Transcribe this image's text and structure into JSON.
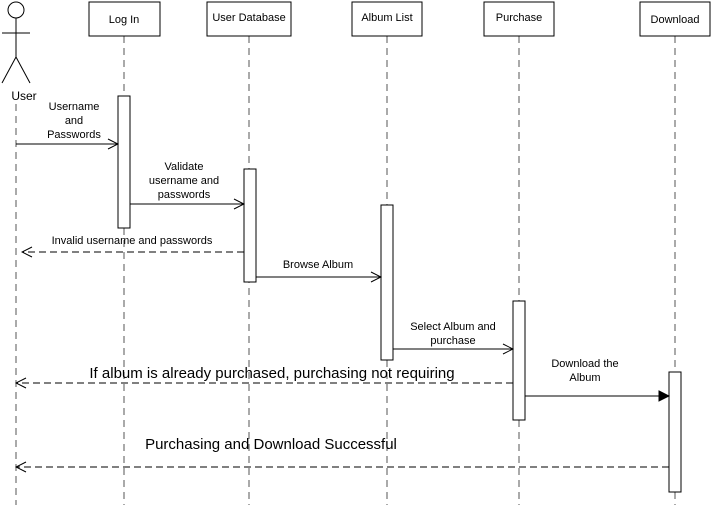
{
  "diagram": {
    "actor": {
      "label": "User"
    },
    "participants": [
      {
        "id": "login",
        "label": "Log In"
      },
      {
        "id": "user_database",
        "label": "User Database"
      },
      {
        "id": "album_list",
        "label": "Album List"
      },
      {
        "id": "purchase",
        "label": "Purchase"
      },
      {
        "id": "download",
        "label": "Download"
      }
    ],
    "messages": [
      {
        "from": "user",
        "to": "login",
        "kind": "call",
        "lines": [
          "Username",
          "and",
          "Passwords"
        ]
      },
      {
        "from": "login",
        "to": "user_database",
        "kind": "call",
        "lines": [
          "Validate",
          "username and",
          "passwords"
        ]
      },
      {
        "from": "user_database",
        "to": "user",
        "kind": "return",
        "lines": [
          "Invalid username and passwords"
        ]
      },
      {
        "from": "user_database",
        "to": "album_list",
        "kind": "call",
        "lines": [
          "Browse Album"
        ]
      },
      {
        "from": "album_list",
        "to": "purchase",
        "kind": "call",
        "lines": [
          "Select Album and",
          "purchase"
        ]
      },
      {
        "from": "purchase",
        "to": "user",
        "kind": "return",
        "lines": [
          "If album is already purchased, purchasing not requiring"
        ]
      },
      {
        "from": "purchase",
        "to": "download",
        "kind": "call-filled",
        "lines": [
          "Download the",
          "Album"
        ]
      },
      {
        "from": "download",
        "to": "user",
        "kind": "return",
        "lines": [
          "Purchasing and Download Successful"
        ]
      }
    ]
  },
  "colors": {
    "stroke": "#000000",
    "lifeline": "#555555",
    "background": "#ffffff"
  }
}
